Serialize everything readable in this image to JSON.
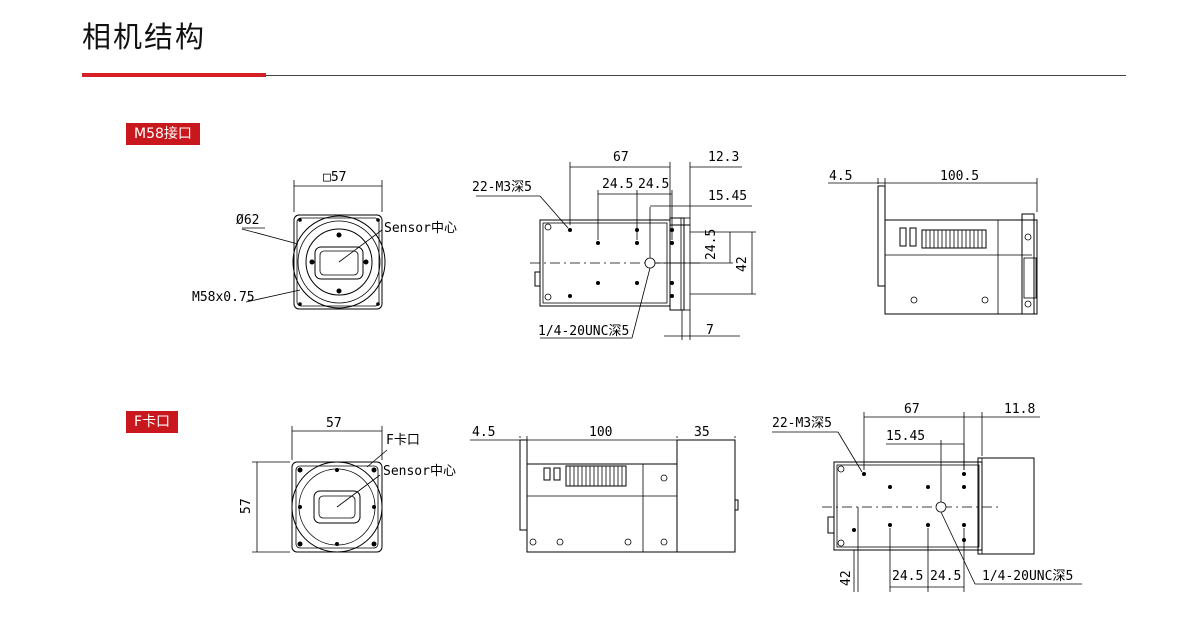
{
  "page": {
    "title": "相机结构",
    "accent_color": "#c9171e"
  },
  "sections": [
    {
      "badge": "M58接口",
      "front": {
        "width": "□57",
        "diameter": "Ø62",
        "thread": "M58x0.75",
        "sensor": "Sensor中心"
      },
      "bottom": {
        "d67": "67",
        "d12_3": "12.3",
        "d24_5a": "24.5",
        "d24_5b": "24.5",
        "d15_45": "15.45",
        "d24_5c": "24.5",
        "d42": "42",
        "d7": "7",
        "tap_m3": "22-M3深5",
        "tap_unc": "1/4-20UNC深5"
      },
      "side": {
        "d4_5": "4.5",
        "d100_5": "100.5"
      }
    },
    {
      "badge": "F卡口",
      "front": {
        "width": "57",
        "height": "57",
        "mount": "F卡口",
        "sensor": "Sensor中心"
      },
      "side": {
        "d4_5": "4.5",
        "d100": "100",
        "d35": "35"
      },
      "bottom": {
        "d67": "67",
        "d11_8": "11.8",
        "d15_45": "15.45",
        "d42": "42",
        "d24_5a": "24.5",
        "d24_5b": "24.5",
        "tap_m3": "22-M3深5",
        "tap_unc": "1/4-20UNC深5"
      }
    }
  ]
}
